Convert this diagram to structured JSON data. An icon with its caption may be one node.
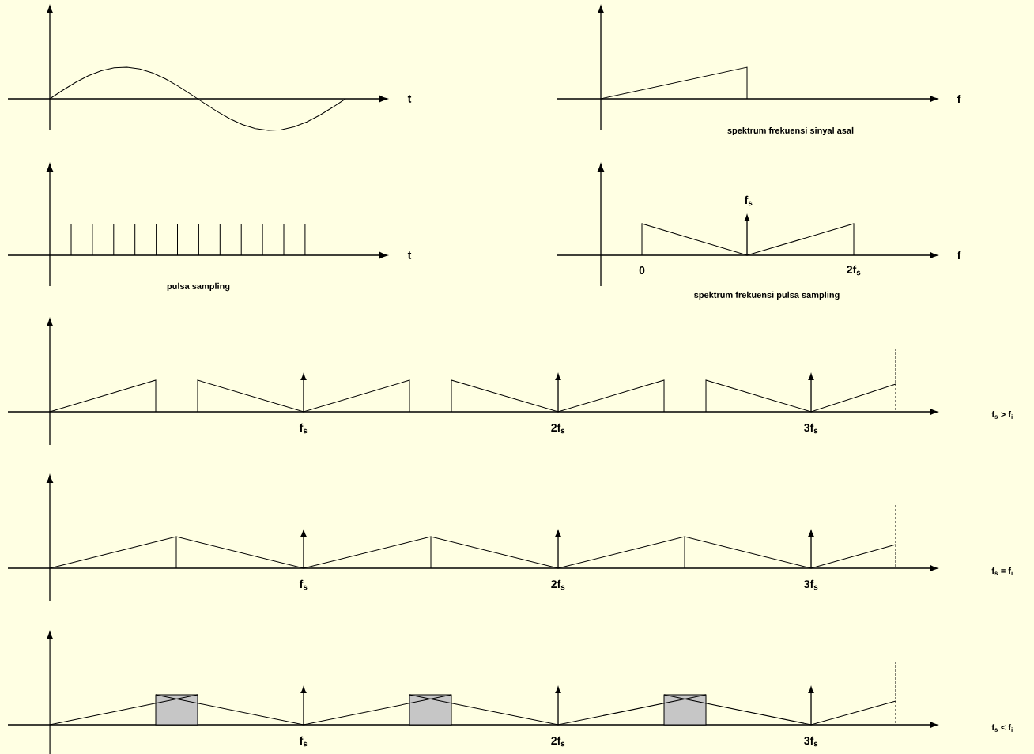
{
  "diagram": {
    "labels": [
      "t",
      "f",
      "spektrum frekuensi sinyal asal",
      "f$_{s}$",
      "t",
      "f",
      "0",
      "2f$_{s}$",
      "pulsa sampling",
      "spektrum frekuensi pulsa sampling",
      "f$_{s}$",
      "2f$_{s}$",
      "3f$_{s}$",
      "f$_{s}$ > f$_{i}$",
      "f$_{s}$",
      "2f$_{s}$",
      "3f$_{s}$",
      "f$_{s}$ = f$_{i}$",
      "f$_{s}$",
      "2f$_{s}$",
      "3f$_{s}$",
      "f$_{s}$ < f$_{i}$"
    ]
  }
}
